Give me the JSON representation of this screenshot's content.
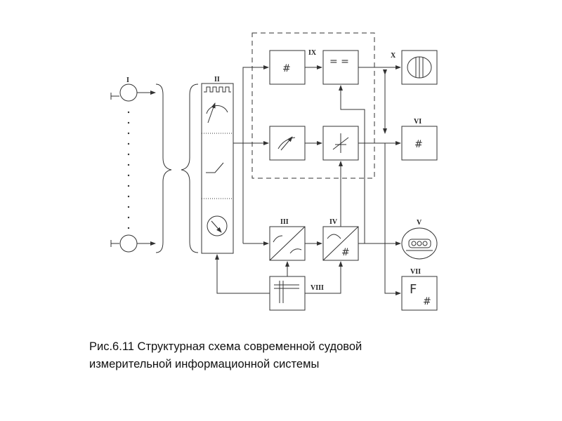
{
  "labels": {
    "I": "I",
    "II": "II",
    "III": "III",
    "IV": "IV",
    "V": "V",
    "VI": "VI",
    "VII": "VII",
    "VIII": "VIII",
    "IX": "IX",
    "X": "X"
  },
  "glyphs": {
    "hash": "#",
    "equals_pair": "= =",
    "f_letter": "F"
  },
  "caption": {
    "line1": "Рис.6.11 Структурная схема современной судовой",
    "line2": "измерительной информационной системы"
  }
}
